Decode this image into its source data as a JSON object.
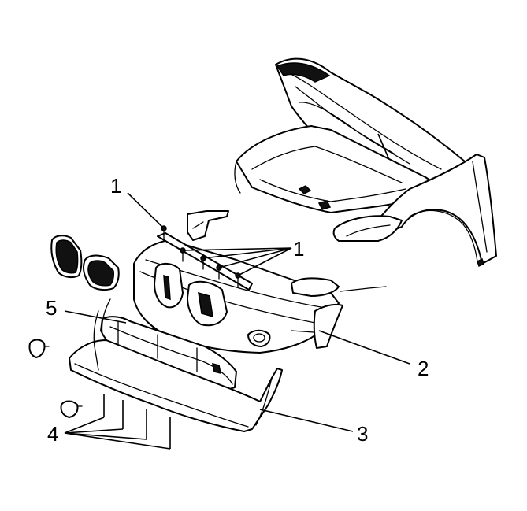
{
  "callouts": {
    "c1_top": "1",
    "c1_right": "1",
    "c2": "2",
    "c3": "3",
    "c4": "4",
    "c5": "5"
  }
}
